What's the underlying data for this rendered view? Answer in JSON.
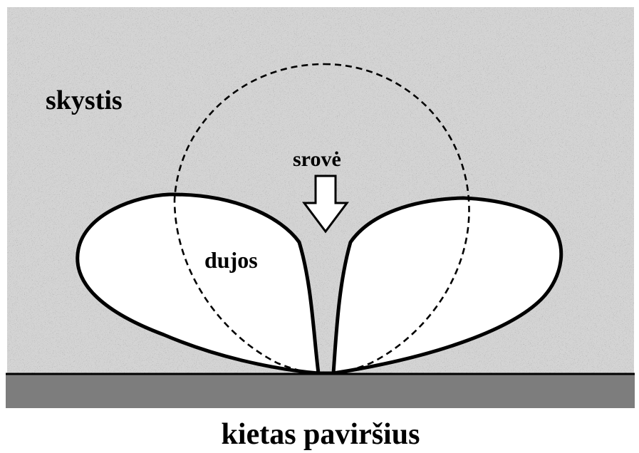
{
  "labels": {
    "liquid": "skystis",
    "flow": "srovė",
    "gas": "dujos",
    "surface": "kietas paviršius"
  },
  "colors": {
    "liquid_base": "#d4d4d4",
    "liquid_speckle": "#a8a8a8",
    "solid_surface": "#7d7d7d",
    "outline": "#000000",
    "gas_fill": "#ffffff"
  },
  "icons": {
    "flow_arrow": "down-arrow-icon"
  }
}
